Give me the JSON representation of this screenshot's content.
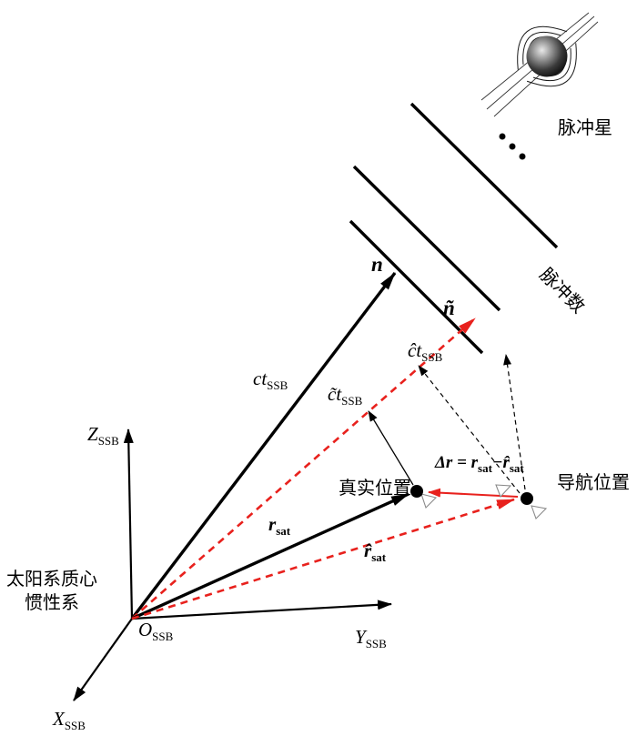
{
  "colors": {
    "red": "#e8211d",
    "black": "#000000",
    "background": "#ffffff"
  },
  "pulsar": {
    "label": "脉冲星"
  },
  "wavefront": {
    "label": "脉冲数"
  },
  "frame_label": {
    "line1": "太阳系质心",
    "line2": "惯性系"
  },
  "origin": {
    "sym": "O",
    "sub": "SSB"
  },
  "axis_z": {
    "sym": "Z",
    "sub": "SSB"
  },
  "axis_y": {
    "sym": "Y",
    "sub": "SSB"
  },
  "axis_x": {
    "sym": "X",
    "sub": "SSB"
  },
  "vec_n": {
    "label": "n"
  },
  "vec_n_tilde": {
    "label": "ñ"
  },
  "ct": {
    "sym": "ct",
    "sub": "SSB"
  },
  "ct_hat": {
    "sym": "ĉt",
    "sub": "SSB"
  },
  "ct_tilde": {
    "sym": "c̃t",
    "sub": "SSB"
  },
  "r_sat": {
    "sym": "r",
    "sub": "sat"
  },
  "r_hat": {
    "sym": "r̂",
    "sub": "sat"
  },
  "delta_r": {
    "lhs": "Δr",
    "eq": " = ",
    "t1": "r",
    "t1sub": "sat",
    "op": "−",
    "t2": "r̂",
    "t2sub": "sat"
  },
  "true_pos": {
    "label": "真实位置"
  },
  "nav_pos": {
    "label": "导航位置"
  }
}
